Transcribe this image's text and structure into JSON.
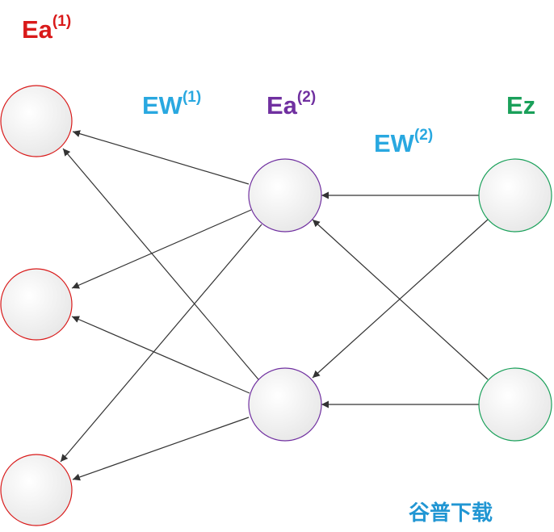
{
  "labels": {
    "ea1": {
      "base": "Ea",
      "sup": "(1)"
    },
    "ew1": {
      "base": "EW",
      "sup": "(1)"
    },
    "ea2": {
      "base": "Ea",
      "sup": "(2)"
    },
    "ew2": {
      "base": "EW",
      "sup": "(2)"
    },
    "ez": {
      "base": "Ez"
    }
  },
  "watermark": "谷普下载",
  "colors": {
    "layer1": "#d91a1a",
    "layer2": "#7030a0",
    "output": "#1aa05a",
    "weights": "#29a8e0",
    "watermark": "#2196d3",
    "edge": "#333333"
  }
}
